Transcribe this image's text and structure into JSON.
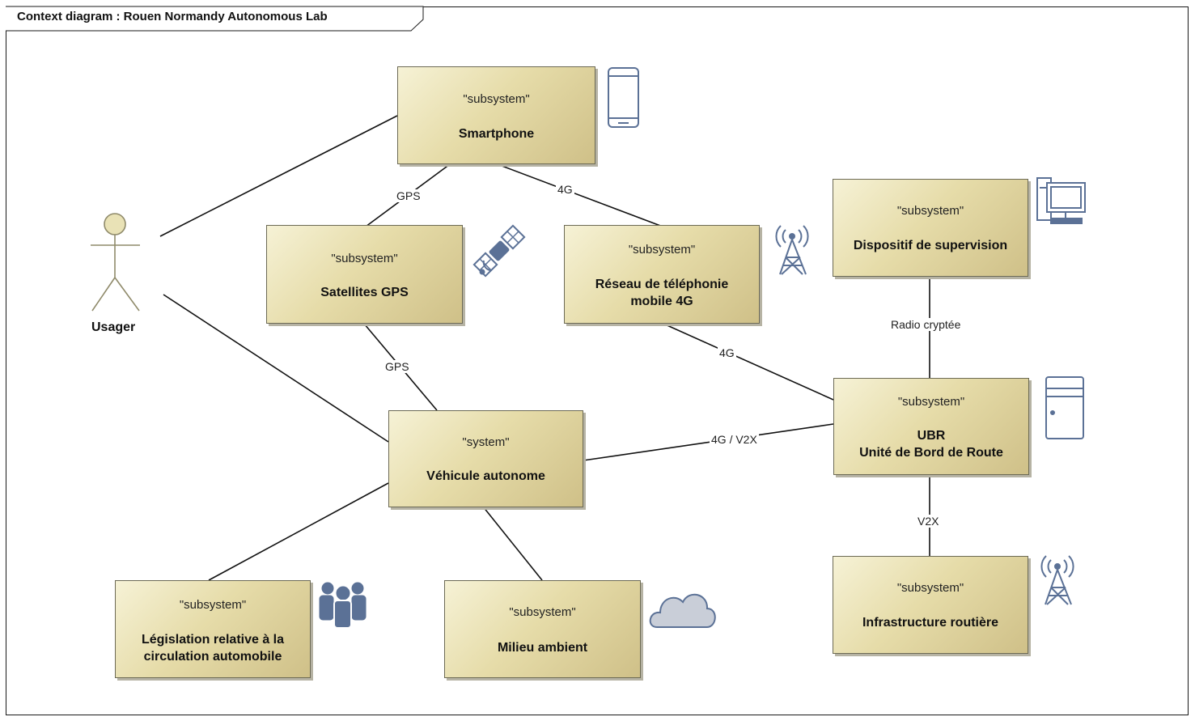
{
  "diagram": {
    "title": "Context diagram :  Rouen Normandy Autonomous Lab",
    "actor": {
      "label": "Usager"
    },
    "blocks": {
      "smartphone": {
        "stereotype": "\"subsystem\"",
        "name_lines": [
          "Smartphone"
        ],
        "icon": "smartphone-icon"
      },
      "satellites": {
        "stereotype": "\"subsystem\"",
        "name_lines": [
          "Satellites GPS"
        ],
        "icon": "satellite-icon"
      },
      "reseau": {
        "stereotype": "\"subsystem\"",
        "name_lines": [
          "Réseau de téléphonie",
          "mobile 4G"
        ],
        "icon": "antenna-tower-icon"
      },
      "supervision": {
        "stereotype": "\"subsystem\"",
        "name_lines": [
          "Dispositif de supervision"
        ],
        "icon": "desktop-computer-icon"
      },
      "vehicule": {
        "stereotype": "\"system\"",
        "name_lines": [
          "Véhicule autonome"
        ]
      },
      "ubr": {
        "stereotype": "\"subsystem\"",
        "name_lines": [
          "UBR",
          "Unité de Bord de Route"
        ],
        "icon": "server-tower-icon"
      },
      "legislation": {
        "stereotype": "\"subsystem\"",
        "name_lines": [
          "Législation relative à la",
          "circulation automobile"
        ],
        "icon": "people-group-icon"
      },
      "milieu": {
        "stereotype": "\"subsystem\"",
        "name_lines": [
          "Milieu ambient"
        ],
        "icon": "cloud-icon"
      },
      "infrastructure": {
        "stereotype": "\"subsystem\"",
        "name_lines": [
          "Infrastructure routière"
        ],
        "icon": "antenna-tower-icon"
      }
    },
    "connectors": {
      "smartphone_satellites": "GPS",
      "smartphone_reseau": "4G",
      "satellites_vehicule": "GPS",
      "reseau_ubr": "4G",
      "supervision_ubr": "Radio cryptée",
      "vehicule_ubr": "4G / V2X",
      "ubr_infrastructure": "V2X"
    },
    "colors": {
      "block_fill_light": "#f6f2d6",
      "block_fill_dark": "#cfc088",
      "block_border": "#6c6a55",
      "icon_blue": "#5b7196",
      "actor_fill": "#e9e2b6"
    }
  }
}
